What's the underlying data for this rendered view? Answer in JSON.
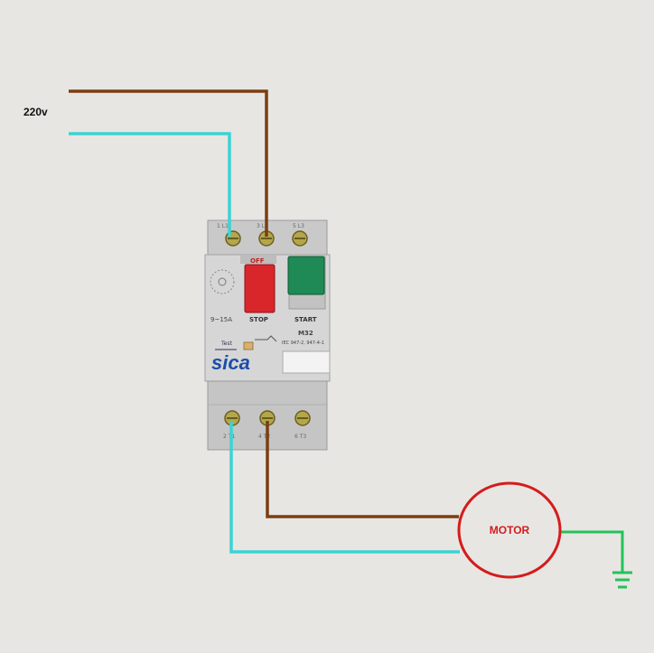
{
  "supply": {
    "label": "220v"
  },
  "motor": {
    "label": "MOTOR"
  },
  "breaker": {
    "brand": "sica",
    "model": "M32",
    "range": "9~15A",
    "stop_label": "STOP",
    "start_label": "START",
    "off_label": "OFF",
    "standard": "IEC 947-2, 947-4-1",
    "test_label": "Test",
    "top_terminals": [
      "1 L1",
      "3 L2",
      "5 L3"
    ],
    "bottom_terminals": [
      "2 T1",
      "4 T2",
      "6 T3"
    ]
  },
  "colors": {
    "phase_wire": "#7a3e12",
    "neutral_wire": "#3ad4d4",
    "earth_wire": "#22c35a",
    "motor_circle": "#d41c1c",
    "stop_button": "#d8262a",
    "start_button": "#1f8a55"
  },
  "icons": [
    "ground-symbol-icon",
    "screw-terminal-icon",
    "dial-icon"
  ]
}
